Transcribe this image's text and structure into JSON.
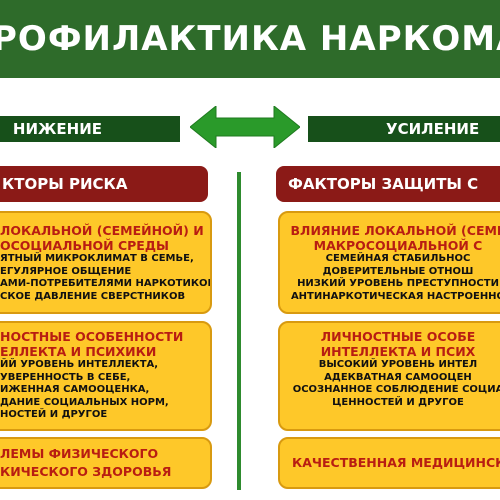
{
  "banner": {
    "title": "РОФИЛАКТИКА  НАРКОМАНИ"
  },
  "pills": {
    "left": "НИЖЕНИЕ",
    "right": "УСИЛЕНИЕ"
  },
  "categories": {
    "left": "КТОРЫ РИСКА",
    "right": "ФАКТОРЫ ЗАЩИТЫ С"
  },
  "risk": {
    "card1": {
      "heading": [
        "ЛОКАЛЬНОЙ (СЕМЕЙНОЙ) И",
        "ОСОЦИАЛЬНОЙ СРЕДЫ"
      ],
      "body": [
        "ЯТНЫЙ МИКРОКЛИМАТ В СЕМЬЕ,",
        "ЕГУЛЯРНОЕ ОБЩЕНИЕ",
        "АМИ-ПОТРЕБИТЕЛЯМИ НАРКОТИКОВ,",
        "СКОЕ ДАВЛЕНИЕ СВЕРСТНИКОВ"
      ]
    },
    "card2": {
      "heading": [
        "НОСТНЫЕ ОСОБЕННОСТИ",
        "ЕЛЛЕКТА И ПСИХИКИ"
      ],
      "body": [
        "ЙЙ УРОВЕНЬ ИНТЕЛЛЕКТА,",
        "УВЕРЕННОСТЬ В СЕБЕ,",
        "ИЖЕННАЯ САМООЦЕНКА,",
        "ДАНИЕ СОЦИАЛЬНЫХ НОРМ,",
        "НОСТЕЙ И ДРУГОЕ"
      ]
    },
    "card3": {
      "heading": [
        "ЛЕМЫ ФИЗИЧЕСКОГО",
        "КИЧЕСКОГО ЗДОРОВЬЯ"
      ]
    }
  },
  "protect": {
    "card1": {
      "heading": [
        "ВЛИЯНИЕ ЛОКАЛЬНОЙ (СЕМЕ",
        "МАКРОСОЦИАЛЬНОЙ С"
      ],
      "body": [
        "СЕМЕЙНАЯ СТАБИЛЬНОС",
        "ДОВЕРИТЕЛЬНЫЕ ОТНОШ",
        "НИЗКИЙ УРОВЕНЬ ПРЕСТУПНОСТИ",
        "АНТИНАРКОТИЧЕСКАЯ НАСТРОЕННО"
      ]
    },
    "card2": {
      "heading": [
        "ЛИЧНОСТНЫЕ ОСОБЕ",
        "ИНТЕЛЛЕКТА И ПСИХ"
      ],
      "body": [
        "ВЫСОКИЙ УРОВЕНЬ ИНТЕЛ",
        "АДЕКВАТНАЯ САМООЦЕН",
        "ОСОЗНАННОЕ СОБЛЮДЕНИЕ СОЦИА",
        "ЦЕННОСТЕЙ И ДРУГОЕ"
      ]
    },
    "card3": {
      "heading": [
        "КАЧЕСТВЕННАЯ МЕДИЦИНСК"
      ]
    }
  },
  "colors": {
    "banner": "#2e6b2a",
    "pill": "#17501a",
    "arrow": "#2a9a2a",
    "category": "#8b1a17",
    "card": "#fec829",
    "heading_text": "#b81d12"
  }
}
